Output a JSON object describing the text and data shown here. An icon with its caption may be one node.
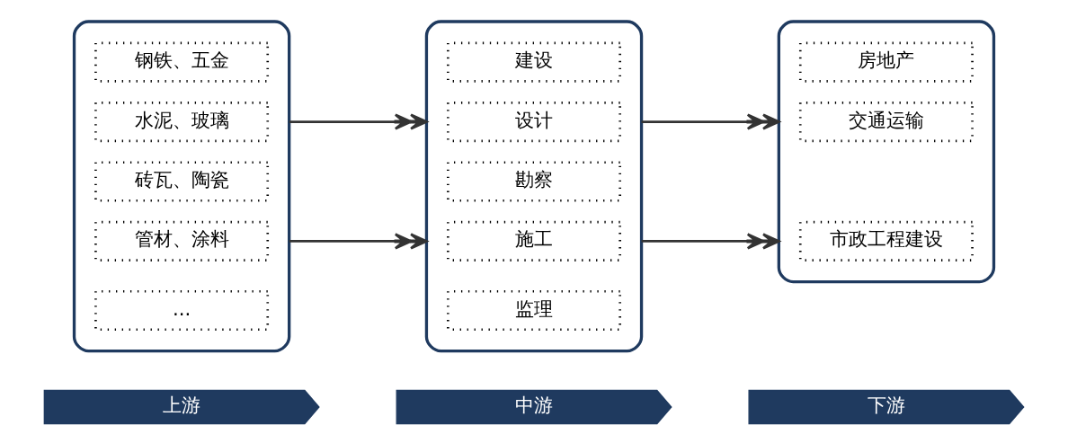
{
  "diagram": {
    "nodes": [
      {
        "text": [],
        "shape": "box"
      },
      {
        "text": [
          "钢铁、五金"
        ],
        "in": 0
      },
      {
        "text": [
          "水泥、玻璃"
        ],
        "in": 0
      },
      {
        "text": [
          "砖瓦、陶瓷"
        ],
        "in": 0
      },
      {
        "text": [
          "管材、涂料"
        ],
        "in": 0
      },
      {
        "text": [
          "..."
        ],
        "in": 0
      },
      {
        "text": [],
        "shape": "box"
      },
      {
        "text": [
          "建设"
        ],
        "in": 6
      },
      {
        "text": [
          "设计"
        ],
        "in": 6
      },
      {
        "text": [
          "勘察"
        ],
        "in": 6
      },
      {
        "text": [
          "施工"
        ],
        "in": 6
      },
      {
        "text": [
          "监理"
        ],
        "in": 6
      },
      {
        "text": [],
        "shape": "box"
      },
      {
        "text": [
          "房地产"
        ],
        "in": 12
      },
      {
        "text": [
          "交通运输"
        ],
        "in": 12
      },
      {
        "text": [
          "市政工程建设"
        ],
        "in": 12
      },
      {
        "text": [
          "上游"
        ]
      },
      {
        "text": [
          "中游"
        ]
      },
      {
        "text": [
          "下游"
        ]
      }
    ],
    "edges": [
      {
        "from": 0,
        "to": 6,
        "arrow": "to"
      },
      {
        "from": 0,
        "to": 6,
        "arrow": "to"
      },
      {
        "from": 6,
        "to": 12,
        "arrow": "to"
      },
      {
        "from": 6,
        "to": 12,
        "arrow": "to"
      }
    ]
  }
}
